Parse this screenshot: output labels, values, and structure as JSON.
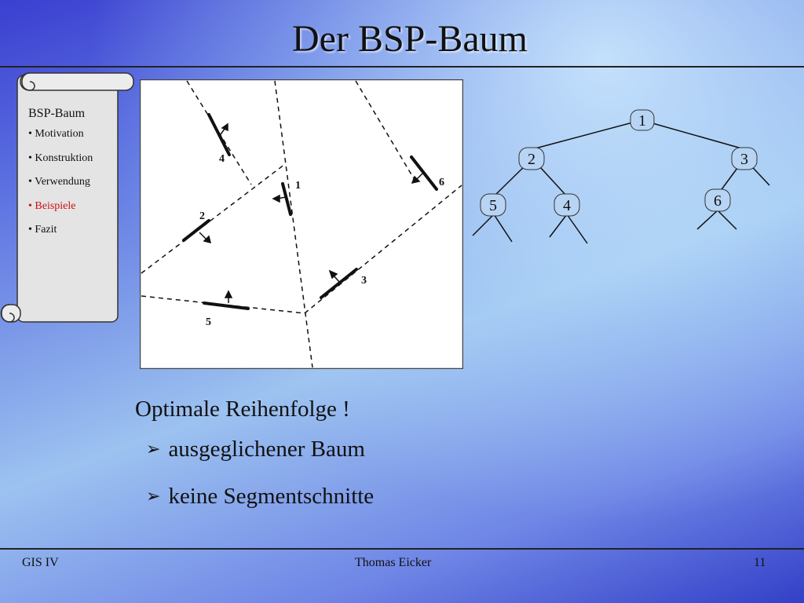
{
  "slide": {
    "title": "Der BSP-Baum"
  },
  "nav": {
    "heading": "BSP-Baum",
    "items": [
      {
        "label": "• Motivation",
        "active": false
      },
      {
        "label": "• Konstruktion",
        "active": false
      },
      {
        "label": "• Verwendung",
        "active": false
      },
      {
        "label": "• Beispiele",
        "active": true
      },
      {
        "label": "• Fazit",
        "active": false
      }
    ]
  },
  "diagram": {
    "segment_labels": [
      "1",
      "2",
      "3",
      "4",
      "5",
      "6"
    ]
  },
  "tree": {
    "nodes": [
      "1",
      "2",
      "3",
      "5",
      "4",
      "6"
    ]
  },
  "content": {
    "heading": "Optimale Reihenfolge !",
    "bullets": [
      "ausgeglichener Baum",
      "keine Segmentschnitte"
    ],
    "bullet_icon": "arrow-right-icon"
  },
  "footer": {
    "course": "GIS IV",
    "author": "Thomas Eicker",
    "page": "11"
  },
  "colors": {
    "active_nav": "#cc1010",
    "node_fill": "#b8d4f4"
  }
}
